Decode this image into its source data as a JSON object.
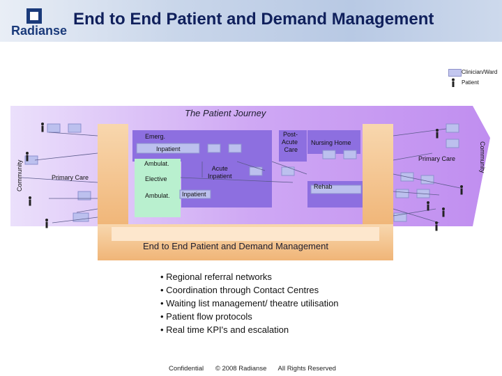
{
  "header": {
    "logo_text": "Radianse",
    "title": "End to End Patient and Demand Management"
  },
  "legend": {
    "items": [
      {
        "label": "Clinician/Ward",
        "icon": "box-icon"
      },
      {
        "label": "Patient",
        "icon": "person-icon"
      }
    ]
  },
  "diagram": {
    "journey_label": "The Patient Journey",
    "community_left": "Community",
    "community_right": "Community",
    "labels": {
      "emerg": "Emerg.",
      "inpatient_top": "Inpatient",
      "post_acute": "Post-\nAcute\nCare",
      "nursing_home": "Nursing Home",
      "primary_care_right": "Primary Care",
      "primary_care_left": "Primary Care",
      "ambulat_top": "Ambulat.",
      "acute_inpatient": "Acute\nInpatient",
      "elective": "Elective",
      "rehab": "Rehab",
      "ambulat_bottom": "Ambulat.",
      "inpatient_bottom": "Inpatient"
    },
    "platform_label": "End to End Patient and Demand Management",
    "colors": {
      "journey_band": "#c89bf0",
      "platform": "#f2bd82",
      "ambulatory": "#b9f0cf",
      "box": "#bcc0ee",
      "connector": "#5a5a8a"
    }
  },
  "bullets": [
    "• Regional referral networks",
    "• Coordination through Contact Centres",
    "• Waiting list management/ theatre utilisation",
    "• Patient flow protocols",
    "• Real time KPI's and escalation"
  ],
  "footer": {
    "confidential": "Confidential",
    "copyright": "© 2008 Radianse",
    "rights": "All Rights Reserved"
  }
}
